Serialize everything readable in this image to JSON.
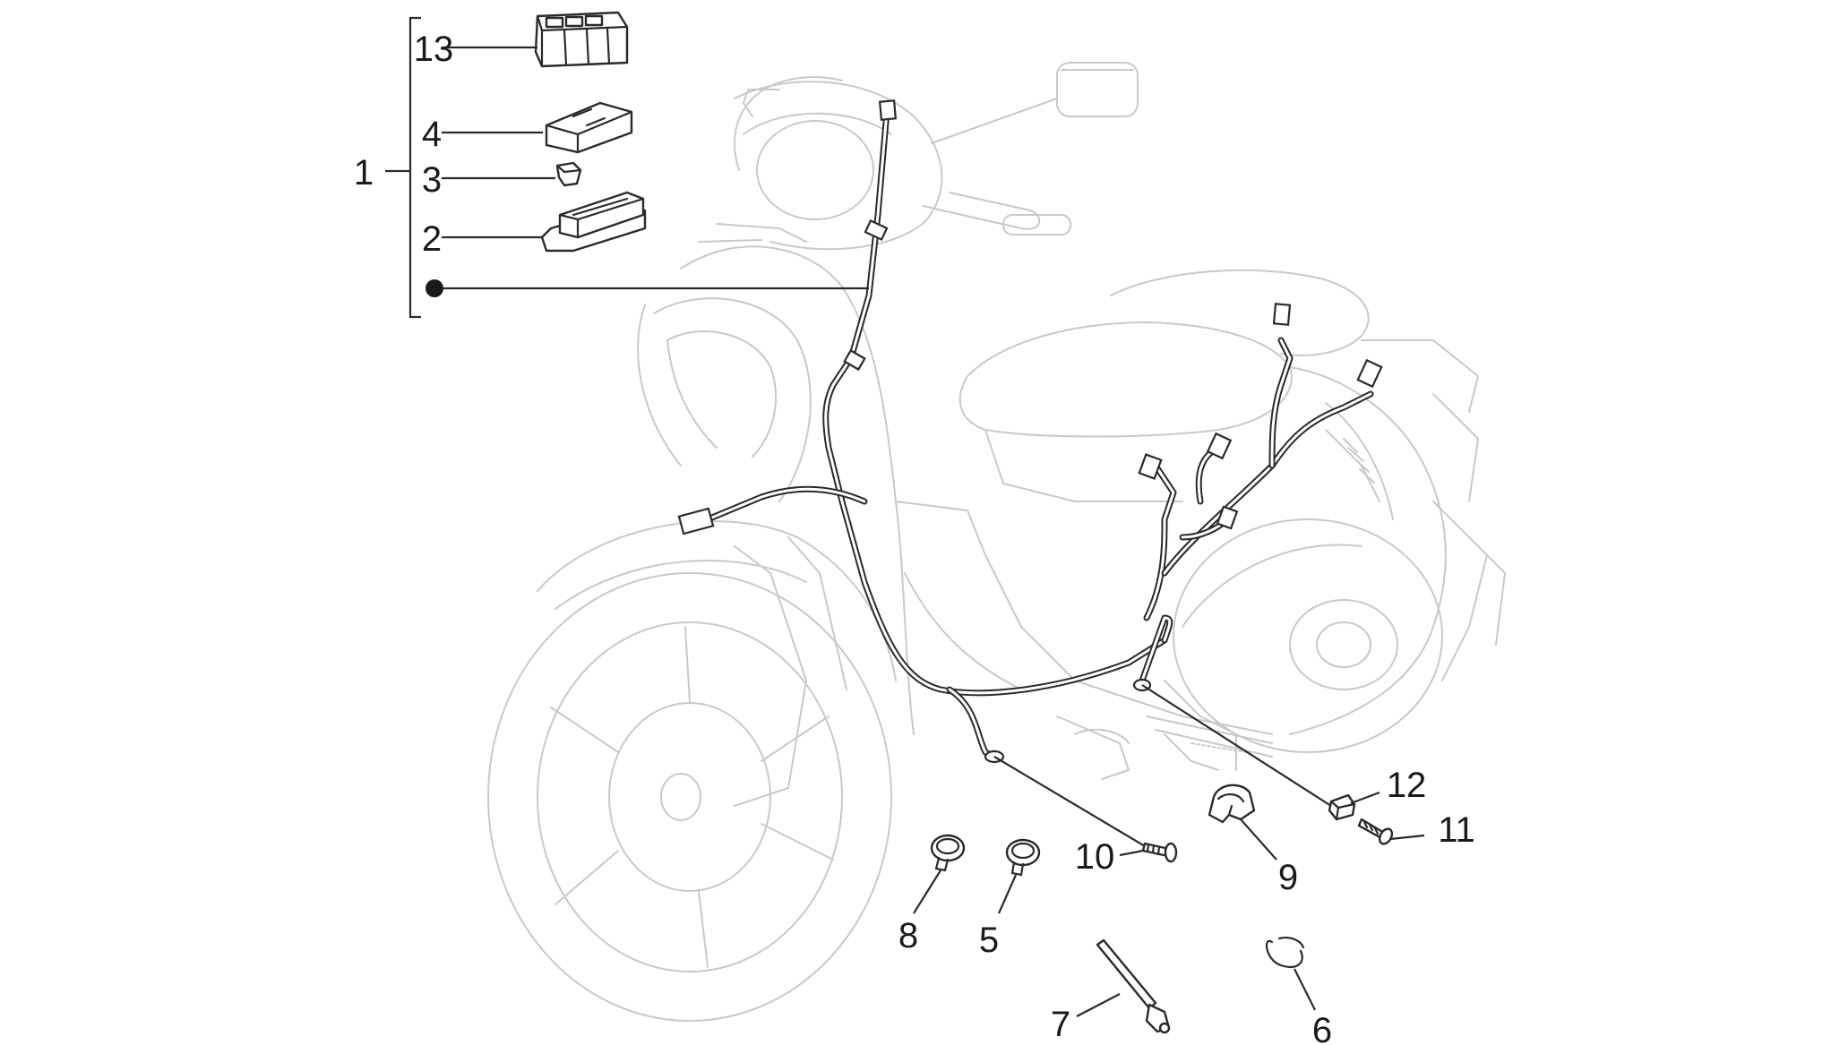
{
  "callouts": {
    "c1": "1",
    "c2": "2",
    "c3": "3",
    "c4": "4",
    "c5": "5",
    "c6": "6",
    "c7": "7",
    "c8": "8",
    "c9": "9",
    "c10": "10",
    "c11": "11",
    "c12": "12",
    "c13": "13"
  },
  "colors": {
    "line": "#2a2a2a",
    "ghost_outline": "#c9c9c9",
    "background": "#ffffff"
  }
}
